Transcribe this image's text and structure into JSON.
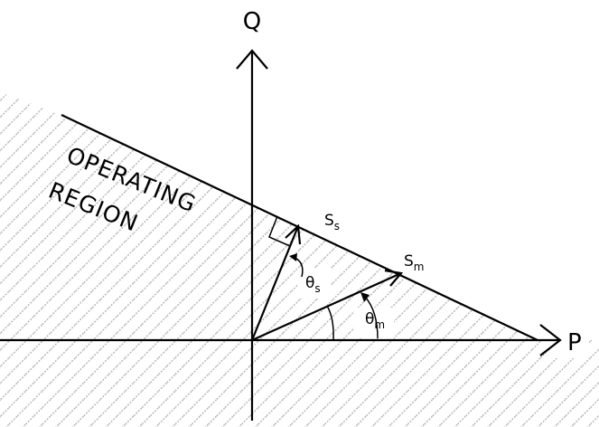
{
  "axes": {
    "p_label": "P",
    "q_label": "Q"
  },
  "region": {
    "line1": "OPERATING",
    "line2": "REGION"
  },
  "vectors": {
    "s_s": {
      "main": "S",
      "sub": "s"
    },
    "s_m": {
      "main": "S",
      "sub": "m"
    }
  },
  "angles": {
    "theta_s": {
      "main": "θ",
      "sub": "s"
    },
    "theta_m": {
      "main": "θ",
      "sub": "m"
    }
  },
  "colors": {
    "ink": "#000000",
    "hatch": "#b8b8b8",
    "background": "#ffffff"
  }
}
